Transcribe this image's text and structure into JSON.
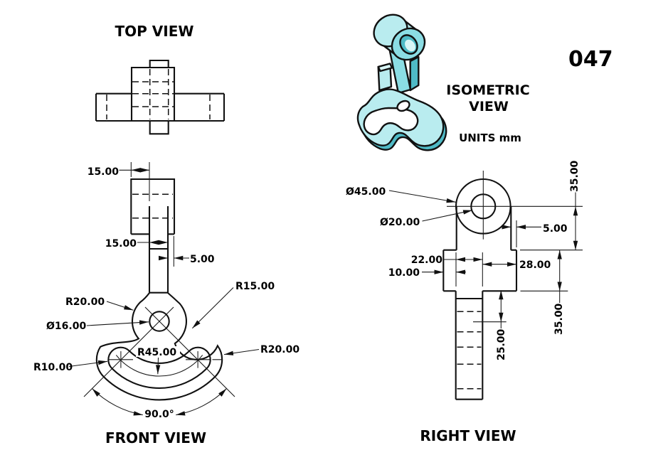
{
  "drawing_number": "047",
  "units_label": "UNITS mm",
  "colors": {
    "line": "#111111",
    "teal_light": "#b9ecef",
    "teal_face": "#8bdde4",
    "teal_dark": "#4fbac6",
    "teal_hole": "#d8f5f6",
    "background": "#ffffff"
  },
  "views": {
    "top": {
      "title": "TOP VIEW"
    },
    "front": {
      "title": "FRONT VIEW",
      "dims": {
        "block_width": "15.00",
        "stem_width": "15.00",
        "stem_offset": "5.00",
        "boss_radius": "R20.00",
        "hole_dia": "Ø16.00",
        "slot_center_radius": "R45.00",
        "slot_end_radius": "R10.00",
        "fillet_radius": "R15.00",
        "outer_radius": "R20.00",
        "slot_angle": "90.0°"
      }
    },
    "right": {
      "title": "RIGHT VIEW",
      "dims": {
        "boss_dia": "Ø45.00",
        "bore_dia": "Ø20.00",
        "boss_center_height": "35.00",
        "step_width": "5.00",
        "stem_width": "22.00",
        "step_offset": "10.00",
        "flange_width": "28.00",
        "slot_depth": "25.00",
        "flange_height": "35.00"
      }
    },
    "isometric": {
      "title_line1": "ISOMETRIC",
      "title_line2": "VIEW"
    }
  }
}
